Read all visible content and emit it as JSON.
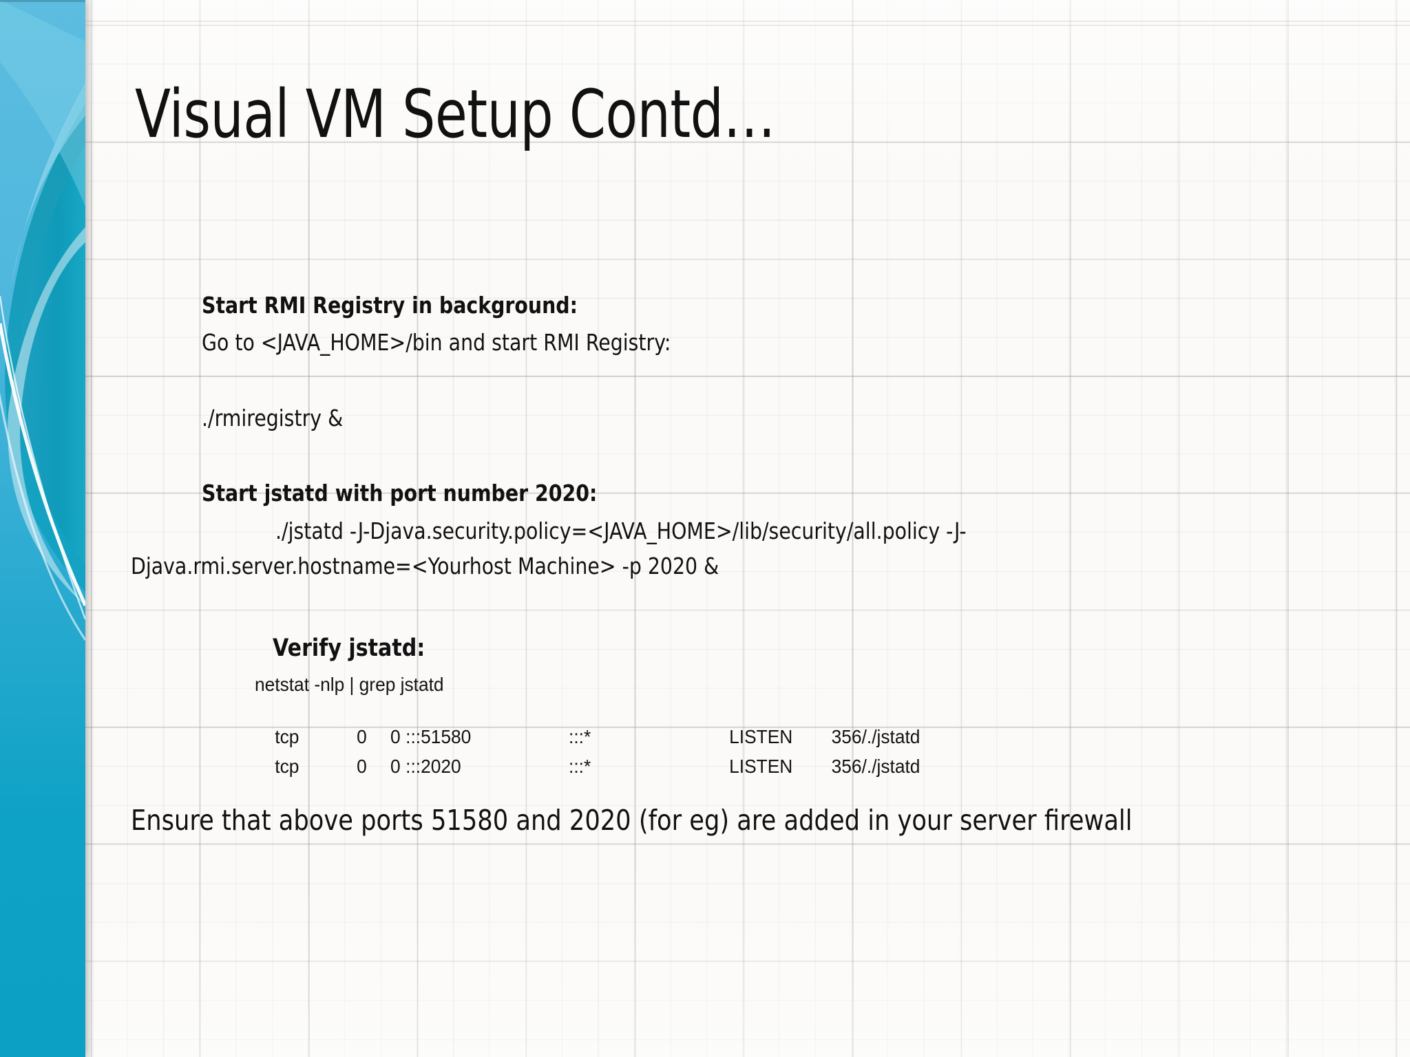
{
  "slide": {
    "title": "Visual VM Setup Contd…",
    "theme": {
      "accent_light": "#5cbde0",
      "accent_mid": "#27a9cf",
      "accent_deep": "#0ba0c4",
      "paper": "#fbfaf8",
      "text": "#111111"
    },
    "sidebar": {
      "name": "decorative-blue-band"
    },
    "sections": [
      {
        "heading": "Start RMI Registry in background:",
        "lines": [
          "Go to <JAVA_HOME>/bin and start RMI Registry:",
          "./rmiregistry &"
        ]
      },
      {
        "heading": "Start jstatd with port number 2020:",
        "lines": [
          "./jstatd -J-Djava.security.policy=<JAVA_HOME>/lib/security/all.policy -J-",
          "Djava.rmi.server.hostname=<Yourhost Machine> -p 2020 &"
        ]
      },
      {
        "heading": "Verify jstatd:",
        "command": "netstat -nlp | grep jstatd"
      }
    ],
    "body": {
      "start_rmi_heading": "Start RMI Registry in background:",
      "goto_line": "Go to <JAVA_HOME>/bin and start RMI Registry:",
      "rmiregistry_cmd": "./rmiregistry &",
      "start_jstatd_heading": "Start jstatd with port number 2020:",
      "jstatd_cmd_line1": "./jstatd -J-Djava.security.policy=<JAVA_HOME>/lib/security/all.policy -J-",
      "jstatd_cmd_line2": "Djava.rmi.server.hostname=<Yourhost Machine> -p 2020 &",
      "verify_heading": "Verify jstatd:",
      "netstat_cmd": "netstat -nlp | grep jstatd",
      "footer_note": "Ensure that above ports 51580 and 2020 (for eg) are added in your server firewall"
    },
    "netstat_output": {
      "rows": [
        {
          "proto": "tcp",
          "recvq": "0",
          "sendq": "0",
          "local_address": ":::51580",
          "foreign_address": ":::*",
          "state": "LISTEN",
          "pid_program": "356/./jstatd"
        },
        {
          "proto": "tcp",
          "recvq": "0",
          "sendq": "0",
          "local_address": ":::2020",
          "foreign_address": ":::*",
          "state": "LISTEN",
          "pid_program": "356/./jstatd"
        }
      ]
    }
  }
}
